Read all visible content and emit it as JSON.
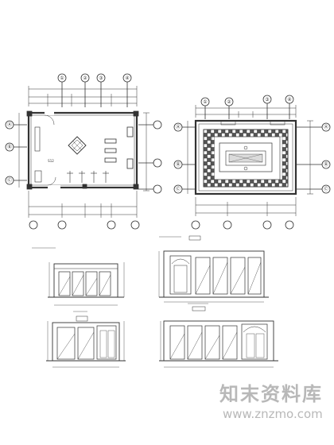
{
  "plans": {
    "left_axes_top": [
      "①",
      "②",
      "③",
      "④"
    ],
    "left_axes_side": [
      "Ⓐ",
      "Ⓑ",
      "Ⓒ"
    ],
    "right_axes_top": [
      "①",
      "②",
      "③",
      "④"
    ],
    "right_axes_side": [
      "Ⓐ",
      "Ⓑ",
      "Ⓒ"
    ],
    "left_label": "S12"
  },
  "watermark": {
    "brand_cn": "知末资料库",
    "url": "www.znzmo.com"
  },
  "colors": {
    "line": "#333333",
    "watermark": "#b8b8b8"
  }
}
